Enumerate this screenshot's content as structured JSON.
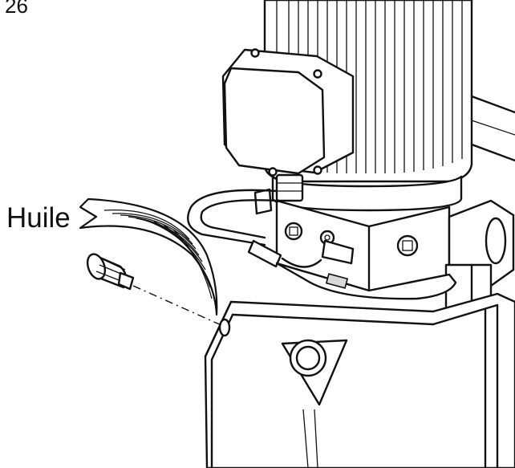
{
  "page_number": "26",
  "callout": {
    "label": "Huile"
  },
  "colors": {
    "ink": "#111111",
    "paper": "#ffffff",
    "shade": "#d9d9d9"
  },
  "icons": [
    "oil-fill-arrow",
    "filler-cap",
    "motor",
    "junction-box",
    "valve-block",
    "tank"
  ]
}
